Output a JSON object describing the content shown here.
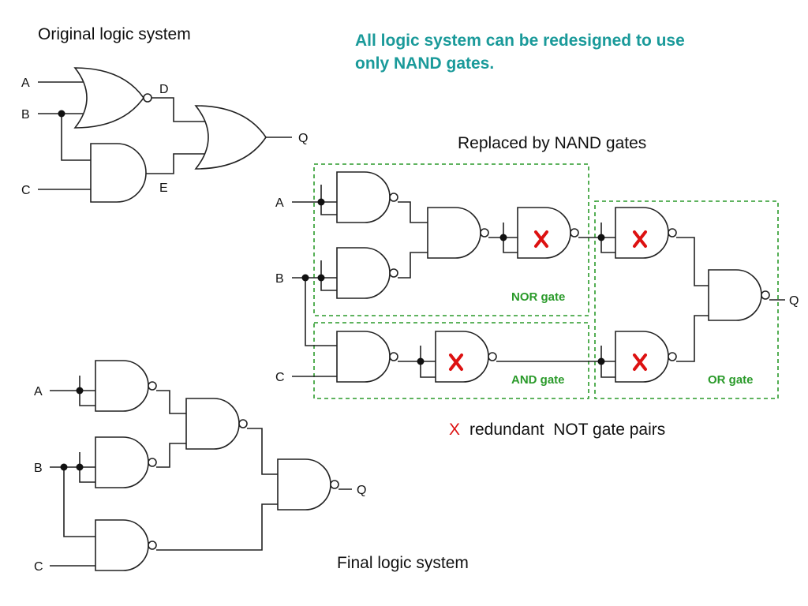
{
  "headline": "All logic system can be redesigned to use only NAND gates.",
  "headline_lines": [
    "All logic system can be redesigned to use",
    "only NAND gates."
  ],
  "colors": {
    "headline": "#1a9a9a",
    "group_box": "#2a9a2a",
    "cross": "#dd1111",
    "ink": "#222222"
  },
  "original": {
    "title": "Original logic system",
    "inputs": [
      "A",
      "B",
      "C"
    ],
    "nodes": [
      "D",
      "E"
    ],
    "output": "Q"
  },
  "replaced": {
    "title": "Replaced by NAND gates",
    "inputs": [
      "A",
      "B",
      "C"
    ],
    "output": "Q",
    "groups": [
      "NOR gate",
      "AND gate",
      "OR gate"
    ]
  },
  "legend": {
    "mark": "X",
    "text": "redundant  NOT gate pairs"
  },
  "final": {
    "title": "Final logic system",
    "inputs": [
      "A",
      "B",
      "C"
    ],
    "output": "Q"
  }
}
